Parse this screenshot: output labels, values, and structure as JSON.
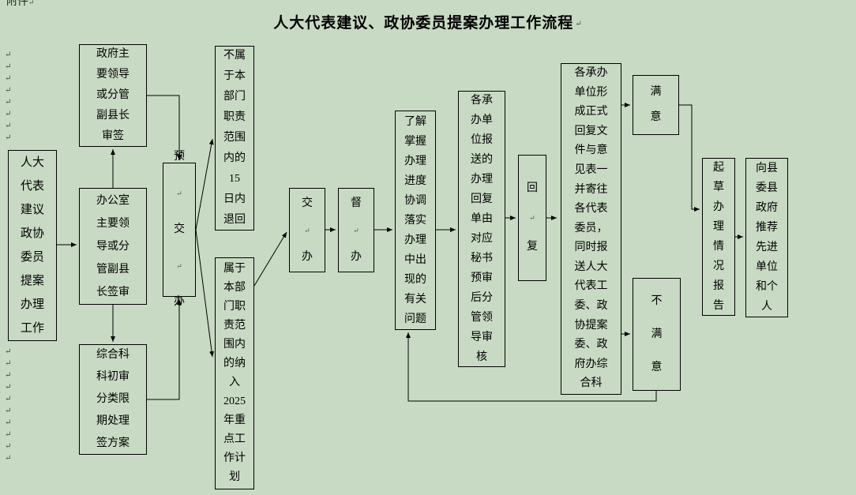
{
  "page": {
    "background": "#c9dac4",
    "title": "人大代表建议、政协委员提案办理工作流程",
    "mark_glyph": "↵",
    "top_fragment": "附件"
  },
  "margin_marks": {
    "top_count": 8,
    "bottom_count": 10
  },
  "boxes": {
    "proposals": {
      "text": "人大代表建议政协委员提案办理工作",
      "lines": [
        "人大",
        "代表",
        "建议",
        "政协",
        "委员",
        "提案",
        "办理",
        "工作"
      ]
    },
    "government_leader": {
      "text": "政府主要领导或分管副县长审签",
      "lines": [
        "政府主",
        "要领导",
        "或分管",
        "副县长",
        "审签"
      ]
    },
    "office_leader": {
      "text": "办公室主要领导或分管副县长签审",
      "lines": [
        "办公室",
        "主要领",
        "导或分",
        "管副县",
        "长签审"
      ]
    },
    "general_section": {
      "text": "综合科科初审分类限期处理签方案",
      "lines": [
        "综合科",
        "科初审",
        "分类限",
        "期处理",
        "签方案"
      ]
    },
    "pre_assignment": {
      "text": "预交办",
      "lines": [
        "预",
        "↵",
        "交",
        "↵",
        "办"
      ]
    },
    "not_in_scope": {
      "text": "不属于本部门职责范围内的15日内退回",
      "lines": [
        "不属",
        "于本",
        "部门",
        "职责",
        "范围",
        "内的",
        "15",
        "日内",
        "退回"
      ]
    },
    "in_scope": {
      "text": "属于本部门职责范围内的纳入2025年重点工作计划",
      "lines": [
        "属于",
        "本部",
        "门职",
        "责范",
        "围内",
        "的纳",
        "入",
        "2025",
        "年重",
        "点工",
        "作计",
        "划"
      ]
    },
    "assignment": {
      "text": "交办",
      "lines": [
        "交",
        "↵",
        "办"
      ]
    },
    "supervision": {
      "text": "督办",
      "lines": [
        "督",
        "↵",
        "办"
      ]
    },
    "progress": {
      "text": "了解掌握办理进度协调落实办理中出现的有关问题",
      "lines": [
        "了解",
        "掌握",
        "办理",
        "进度",
        "协调",
        "落实",
        "办理",
        "中出",
        "现的",
        "有关",
        "问题"
      ]
    },
    "reply_review": {
      "text": "各承办单位报送的办理回复单由对应秘书预审后分管领导审核",
      "lines": [
        "各承",
        "办单",
        "位报",
        "送的",
        "办理",
        "回复",
        "单由",
        "对应",
        "秘书",
        "预审",
        "后分",
        "管领",
        "导审",
        "核"
      ]
    },
    "reply": {
      "text": "回复",
      "lines": [
        "回",
        "↵",
        "复"
      ]
    },
    "formal_reply": {
      "text": "各承办单位形成正式回复文件与意见表一并寄往各代表委员，同时报送人大代表工委、政协提案委、政府办综合科",
      "lines": [
        "各承办",
        "单位形",
        "成正式",
        "回复文",
        "件与意",
        "见表一",
        "并寄往",
        "各代表",
        "委员，",
        "同时报",
        "送人大",
        "代表工",
        "委、政",
        "协提案",
        "委、政",
        "府办综",
        "合科"
      ]
    },
    "satisfied": {
      "text": "满意",
      "lines": [
        "满",
        "意"
      ]
    },
    "dissatisfied": {
      "text": "不满意",
      "lines": [
        "不",
        "满",
        "意"
      ]
    },
    "draft_report": {
      "text": "起草办理情况报告",
      "lines": [
        "起",
        "草",
        "办",
        "理",
        "情",
        "况",
        "报",
        "告"
      ]
    },
    "recommend": {
      "text": "向县委县政府推荐先进单位和个人",
      "lines": [
        "向县",
        "委县",
        "政府",
        "推荐",
        "先进",
        "单位",
        "和个",
        "人"
      ]
    }
  },
  "connections": [
    {
      "from": "proposals",
      "to": "office_leader"
    },
    {
      "from": "office_leader",
      "to": "government_leader"
    },
    {
      "from": "office_leader",
      "to": "general_section"
    },
    {
      "from": "government_leader",
      "to": "pre_assignment"
    },
    {
      "from": "general_section",
      "to": "pre_assignment"
    },
    {
      "from": "pre_assignment",
      "to": "not_in_scope"
    },
    {
      "from": "pre_assignment",
      "to": "in_scope"
    },
    {
      "from": "in_scope",
      "to": "assignment"
    },
    {
      "from": "assignment",
      "to": "supervision"
    },
    {
      "from": "supervision",
      "to": "progress"
    },
    {
      "from": "progress",
      "to": "reply_review"
    },
    {
      "from": "reply_review",
      "to": "reply"
    },
    {
      "from": "reply",
      "to": "formal_reply"
    },
    {
      "from": "formal_reply",
      "to": "satisfied"
    },
    {
      "from": "formal_reply",
      "to": "dissatisfied"
    },
    {
      "from": "satisfied",
      "to": "draft_report"
    },
    {
      "from": "draft_report",
      "to": "recommend"
    },
    {
      "from": "dissatisfied",
      "to": "progress"
    }
  ]
}
